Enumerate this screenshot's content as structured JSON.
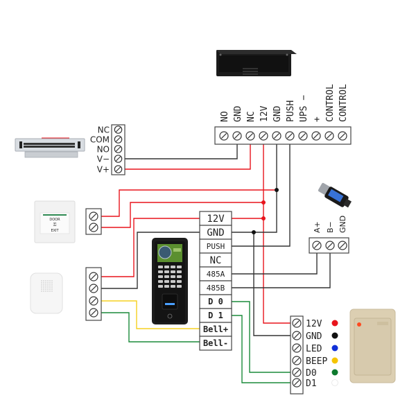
{
  "power_supply": {
    "name": "Access Control Power Supply",
    "terminals": [
      "NO",
      "GND",
      "NC",
      "12V",
      "GND",
      "PUSH",
      "UPS −",
      "+",
      "CONTROL",
      "CONTROL"
    ]
  },
  "magnetic_lock": {
    "name": "Electromagnetic Lock",
    "terminals": [
      "NC",
      "COM",
      "NO",
      "V−",
      "V+"
    ]
  },
  "exit_button": {
    "name": "Door Exit Button",
    "label_top": "DOOR",
    "label_bottom": "EXIT",
    "terminal_count": 2
  },
  "doorbell": {
    "name": "Doorbell",
    "terminal_count": 4
  },
  "controller": {
    "name": "Fingerprint Access Controller",
    "terminals": [
      "12V",
      "GND",
      "PUSH",
      "NC",
      "485A",
      "485B",
      "D 0",
      "D 1",
      "Bell+",
      "Bell-"
    ]
  },
  "rs485_converter": {
    "name": "RS485 Converter",
    "terminals": [
      "A+",
      "B−",
      "GND"
    ]
  },
  "card_reader": {
    "name": "Card Reader",
    "terminals": [
      {
        "label": "12V",
        "color": "#e8141c"
      },
      {
        "label": "GND",
        "color": "#111111"
      },
      {
        "label": "LED",
        "color": "#1030d8"
      },
      {
        "label": "BEEP",
        "color": "#f5c400"
      },
      {
        "label": "D0",
        "color": "#0e7a2e"
      },
      {
        "label": "D1",
        "color": "#ffffff"
      }
    ]
  },
  "wire_colors": {
    "power": "#e8141c",
    "ground": "#222222",
    "bell_plus": "#f5d020",
    "bell_minus": "#1a8a3a",
    "data": "#1a8a3a"
  }
}
